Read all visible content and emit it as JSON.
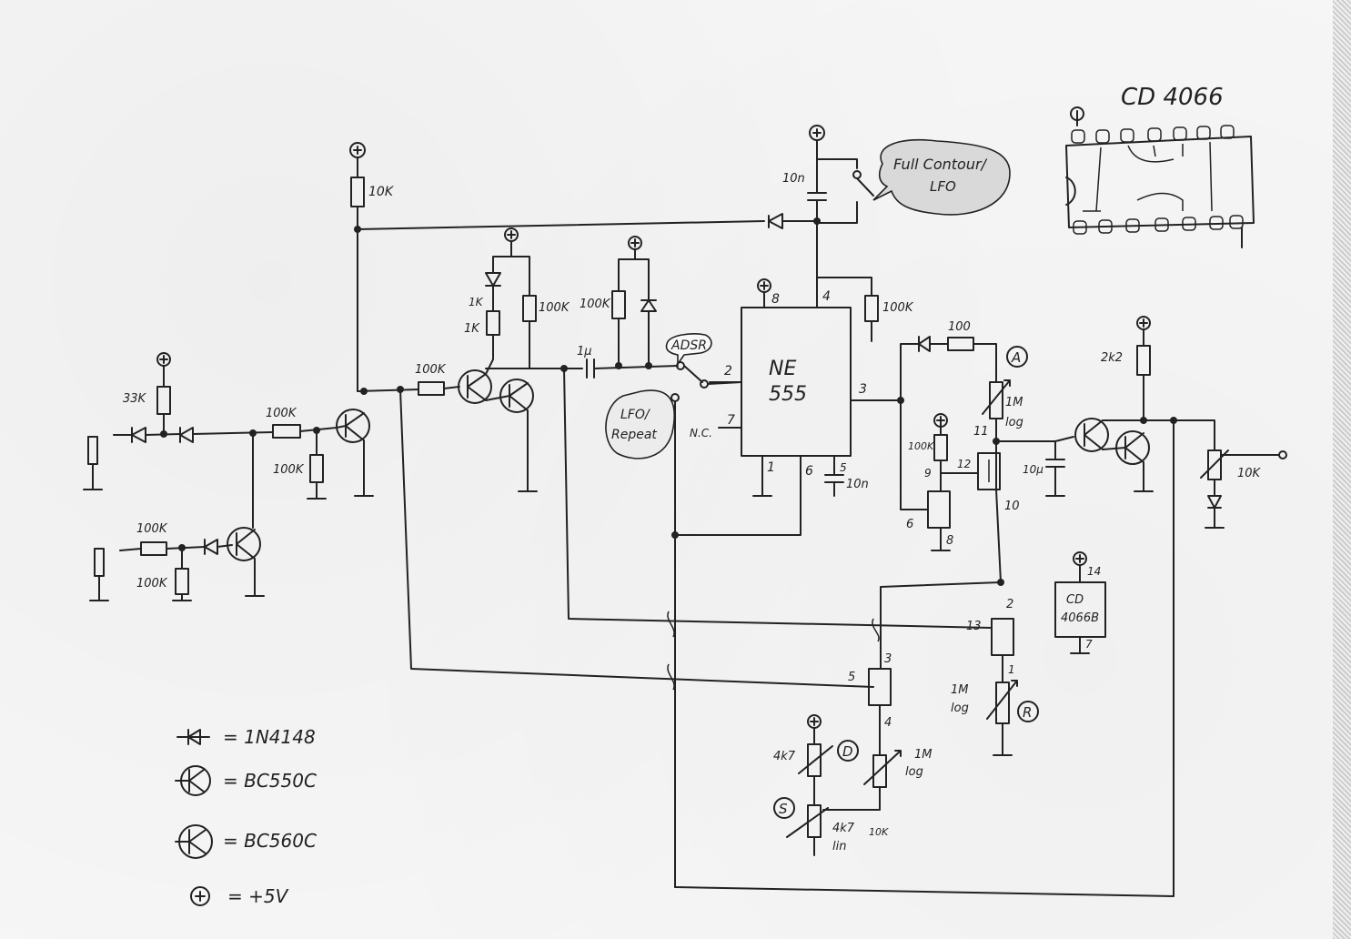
{
  "labels": {
    "chip_title": "CD 4066",
    "full_contour": "Full Contour/",
    "lfo": "LFO",
    "adsr": "ADSR",
    "lfo_repeat_1": "LFO/",
    "lfo_repeat_2": "Repeat",
    "ne": "NE",
    "five55": "555",
    "nc": "N.C.",
    "cd4066b_1": "CD",
    "cd4066b_2": "4066B",
    "legend_diode": "= 1N4148",
    "legend_npn": "= BC550C",
    "legend_pnp": "= BC560C",
    "legend_plus": "= +5V"
  },
  "components": {
    "r10k_top": "10K",
    "c10n_top": "10n",
    "r100k_555": "100K",
    "r100_a": "100",
    "a_pot": "1M",
    "a_log": "log",
    "r2k2": "2k2",
    "r10k_out": "10K",
    "c10u": "10µ",
    "r33k": "33K",
    "r100k_in1": "100K",
    "r100k_in1b": "100K",
    "r100k_in2": "100K",
    "r100k_in2b": "100K",
    "r100k_mid": "100K",
    "led_label": "1K",
    "r100k_b": "100K",
    "r100k_c": "100K",
    "c1u": "1µ",
    "c10n_pin5": "10n",
    "r1M_r": "1M",
    "r1M_r_log": "log",
    "r1M_d": "1M",
    "r1M_d_log": "log",
    "r4k7_d": "4k7",
    "r4k7_s": "4k7",
    "lin": "lin",
    "r10k_s": "10K",
    "r100_d": "10K",
    "r100k_sw": "100K"
  },
  "pins": {
    "p8": "8",
    "p4": "4",
    "p2": "2",
    "p3": "3",
    "p7": "7",
    "p1": "1",
    "p6": "6",
    "p5": "5",
    "s11": "11",
    "s9": "9",
    "s12": "12",
    "s10": "10",
    "s6": "6",
    "s8": "8",
    "s2": "2",
    "s13": "13",
    "s1": "1",
    "s3": "3",
    "s5": "5",
    "s4": "4",
    "c14": "14",
    "c7": "7",
    "a_circ": "A",
    "r_circ": "R",
    "d_circ": "D",
    "s_circ": "S"
  }
}
